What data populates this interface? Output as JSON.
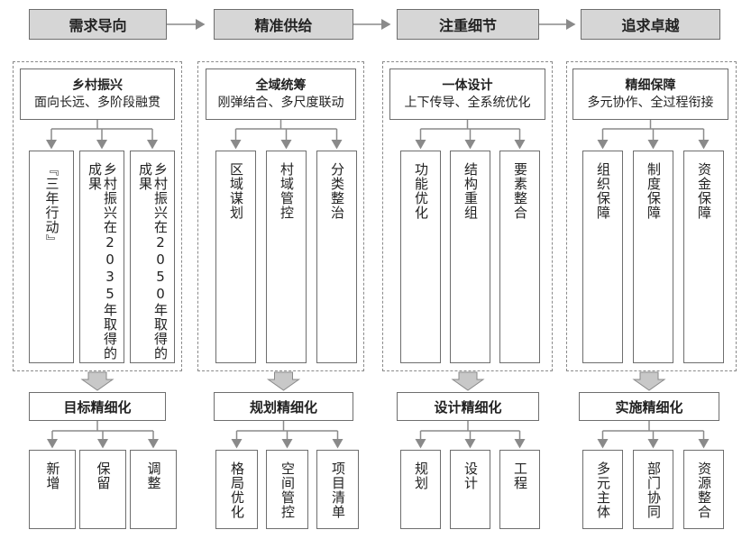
{
  "headers": [
    "需求导向",
    "精准供给",
    "注重细节",
    "追求卓越"
  ],
  "columns": [
    {
      "subtitle": "乡村振兴",
      "subdesc": "面向长远、多阶段融贯",
      "items": [
        "『三年行动』",
        "乡村振兴在2035年取得的成果",
        "乡村振兴在2050年取得的成果"
      ],
      "bar": "目标精细化",
      "bottom": [
        "新增",
        "保留",
        "调整"
      ]
    },
    {
      "subtitle": "全域统筹",
      "subdesc": "刚弹结合、多尺度联动",
      "items": [
        "区域谋划",
        "村域管控",
        "分类整治"
      ],
      "bar": "规划精细化",
      "bottom": [
        "格局优化",
        "空间管控",
        "项目清单"
      ]
    },
    {
      "subtitle": "一体设计",
      "subdesc": "上下传导、全系统优化",
      "items": [
        "功能优化",
        "结构重组",
        "要素整合"
      ],
      "bar": "设计精细化",
      "bottom": [
        "规划",
        "设计",
        "工程"
      ]
    },
    {
      "subtitle": "精细保障",
      "subdesc": "多元协作、全过程衔接",
      "items": [
        "组织保障",
        "制度保障",
        "资金保障"
      ],
      "bar": "实施精细化",
      "bottom": [
        "多元主体",
        "部门协同",
        "资源整合"
      ]
    }
  ]
}
